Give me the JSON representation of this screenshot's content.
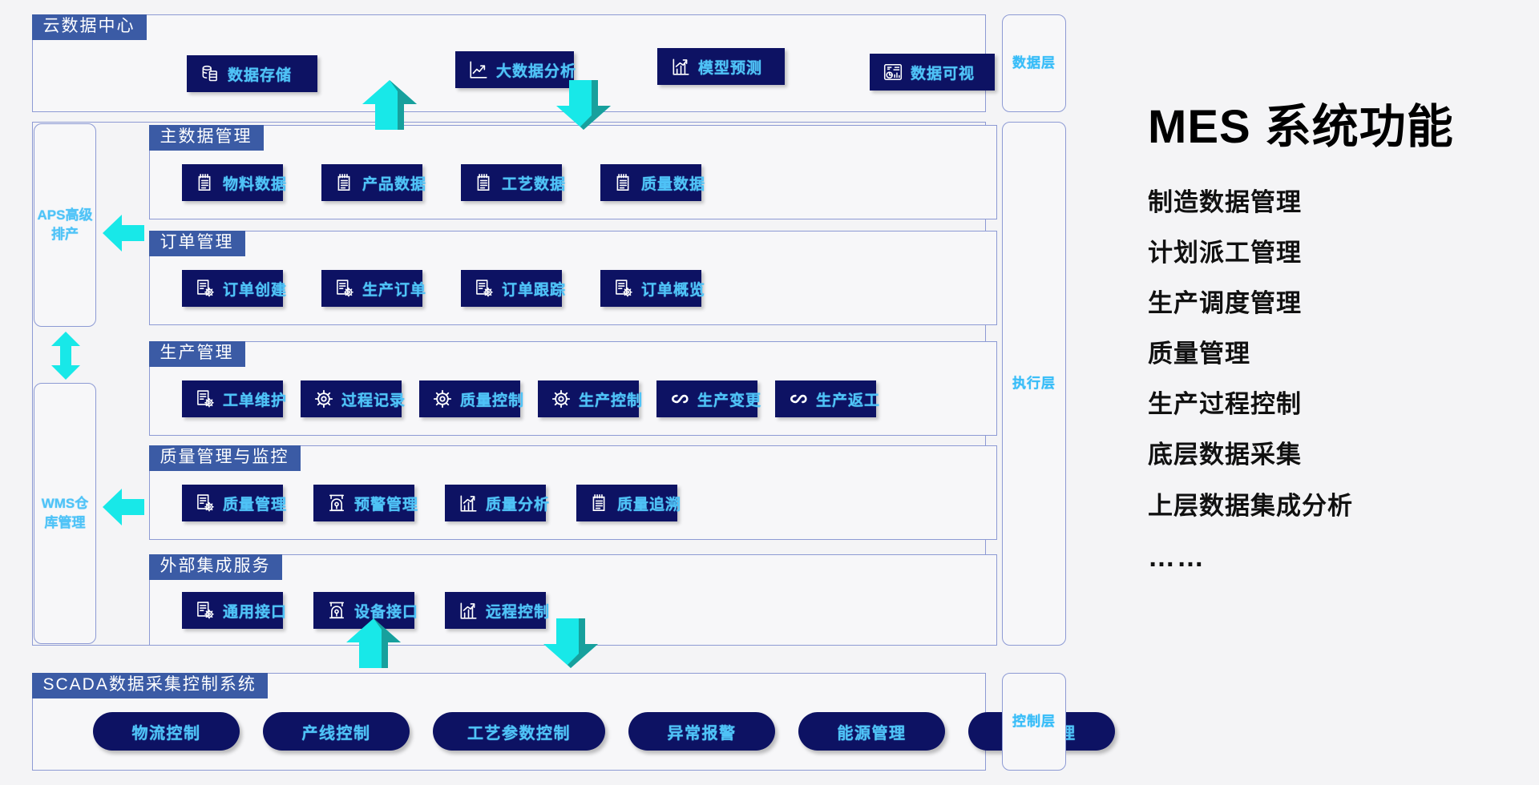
{
  "diagram": {
    "cloud": {
      "title": "云数据中心",
      "layer_label": "数据层",
      "items": [
        {
          "label": "数据存储",
          "icon": "database-icon"
        },
        {
          "label": "大数据分析",
          "icon": "line-chart-arrow-icon"
        },
        {
          "label": "模型预测",
          "icon": "bar-chart-arrow-icon"
        },
        {
          "label": "数据可视",
          "icon": "dashboard-icon"
        }
      ]
    },
    "execution": {
      "layer_label": "执行层",
      "sections": [
        {
          "title": "主数据管理",
          "items": [
            {
              "label": "物料数据",
              "icon": "clipboard-icon"
            },
            {
              "label": "产品数据",
              "icon": "clipboard-icon"
            },
            {
              "label": "工艺数据",
              "icon": "clipboard-icon"
            },
            {
              "label": "质量数据",
              "icon": "clipboard-icon"
            }
          ]
        },
        {
          "title": "订单管理",
          "items": [
            {
              "label": "订单创建",
              "icon": "doc-gear-icon"
            },
            {
              "label": "生产订单",
              "icon": "doc-gear-icon"
            },
            {
              "label": "订单跟踪",
              "icon": "doc-gear-icon"
            },
            {
              "label": "订单概览",
              "icon": "doc-gear-icon"
            }
          ]
        },
        {
          "title": "生产管理",
          "items": [
            {
              "label": "工单维护",
              "icon": "doc-gear-icon"
            },
            {
              "label": "过程记录",
              "icon": "gear-icon"
            },
            {
              "label": "质量控制",
              "icon": "gear-icon"
            },
            {
              "label": "生产控制",
              "icon": "gear-icon"
            },
            {
              "label": "生产变更",
              "icon": "infinity-icon"
            },
            {
              "label": "生产返工",
              "icon": "infinity-icon"
            }
          ]
        },
        {
          "title": "质量管理与监控",
          "items": [
            {
              "label": "质量管理",
              "icon": "doc-gear-icon"
            },
            {
              "label": "预警管理",
              "icon": "alarm-icon"
            },
            {
              "label": "质量分析",
              "icon": "bar-chart-arrow-icon"
            },
            {
              "label": "质量追溯",
              "icon": "clipboard-icon"
            }
          ]
        },
        {
          "title": "外部集成服务",
          "items": [
            {
              "label": "通用接口",
              "icon": "doc-gear-icon"
            },
            {
              "label": "设备接口",
              "icon": "alarm-icon"
            },
            {
              "label": "远程控制",
              "icon": "bar-chart-arrow-icon"
            }
          ]
        }
      ]
    },
    "side_boxes": [
      {
        "label": "APS高级排产",
        "name": "aps-box"
      },
      {
        "label": "WMS仓库管理",
        "name": "wms-box"
      }
    ],
    "scada": {
      "title": "SCADA数据采集控制系统",
      "layer_label": "控制层",
      "items": [
        {
          "label": "物流控制"
        },
        {
          "label": "产线控制"
        },
        {
          "label": "工艺参数控制"
        },
        {
          "label": "异常报警"
        },
        {
          "label": "能源管理"
        },
        {
          "label": "能源管理"
        }
      ]
    }
  },
  "right_panel": {
    "title": "MES 系统功能",
    "features": [
      "制造数据管理",
      "计划派工管理",
      "生产调度管理",
      "质量管理",
      "生产过程控制",
      "底层数据采集",
      "上层数据集成分析",
      "……"
    ]
  },
  "colors": {
    "chip_bg": "#0d1263",
    "chip_text": "#4fc3f7",
    "tag_bg": "#3b5ba5",
    "panel_border": "#8d9ad4",
    "arrow_cyan": "#18e8e8",
    "arrow_teal": "#17938f",
    "background": "#f4f4f6"
  }
}
